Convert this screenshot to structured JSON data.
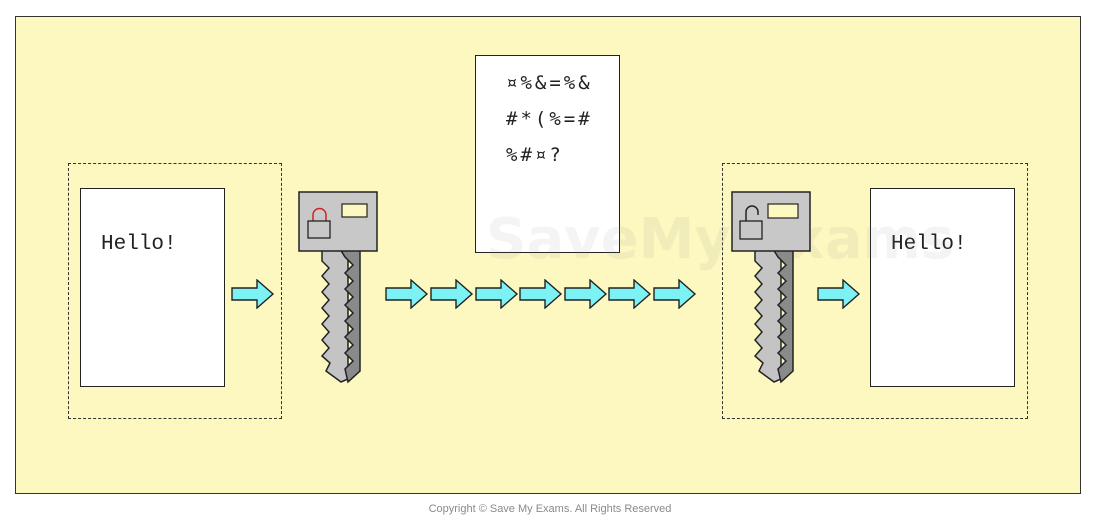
{
  "plaintext_left": "Hello!",
  "plaintext_right": "Hello!",
  "ciphertext_lines": [
    "¤%&=%&",
    "#*(%=#",
    "%#¤?"
  ],
  "copyright": "Copyright © Save My Exams. All Rights Reserved",
  "watermark": "SaveMy Exams",
  "colors": {
    "panel": "#fcf8c0",
    "arrow": "#7cf2f5",
    "key_body": "#c8c8c8",
    "key_shaft_dark": "#8a8a8a",
    "lock_shackle_closed": "#cc2222"
  },
  "icons": [
    "lock-closed-icon",
    "lock-open-icon",
    "key-icon",
    "arrow-right-icon"
  ]
}
